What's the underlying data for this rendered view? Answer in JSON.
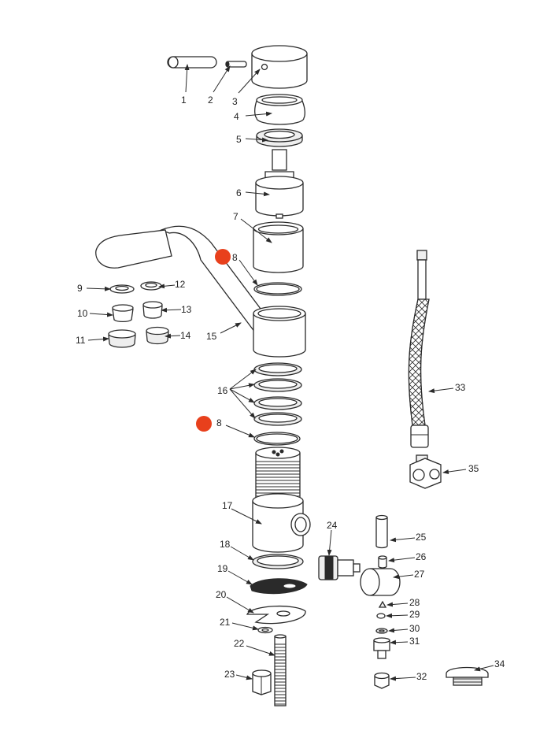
{
  "diagram_title": "",
  "colors": {
    "highlight": "#e8401c",
    "line": "#2a2a2a"
  },
  "labels": {
    "p1": "1",
    "p2": "2",
    "p3": "3",
    "p4": "4",
    "p5": "5",
    "p6": "6",
    "p7": "7",
    "p8": "8",
    "p9": "9",
    "p10": "10",
    "p11": "11",
    "p12": "12",
    "p13": "13",
    "p14": "14",
    "p15": "15",
    "p16": "16",
    "p17": "17",
    "p18": "18",
    "p19": "19",
    "p20": "20",
    "p21": "21",
    "p22": "22",
    "p23": "23",
    "p24": "24",
    "p25": "25",
    "p26": "26",
    "p27": "27",
    "p28": "28",
    "p29": "29",
    "p30": "30",
    "p31": "31",
    "p32": "32",
    "p33": "33",
    "p34": "34",
    "p35": "35"
  }
}
